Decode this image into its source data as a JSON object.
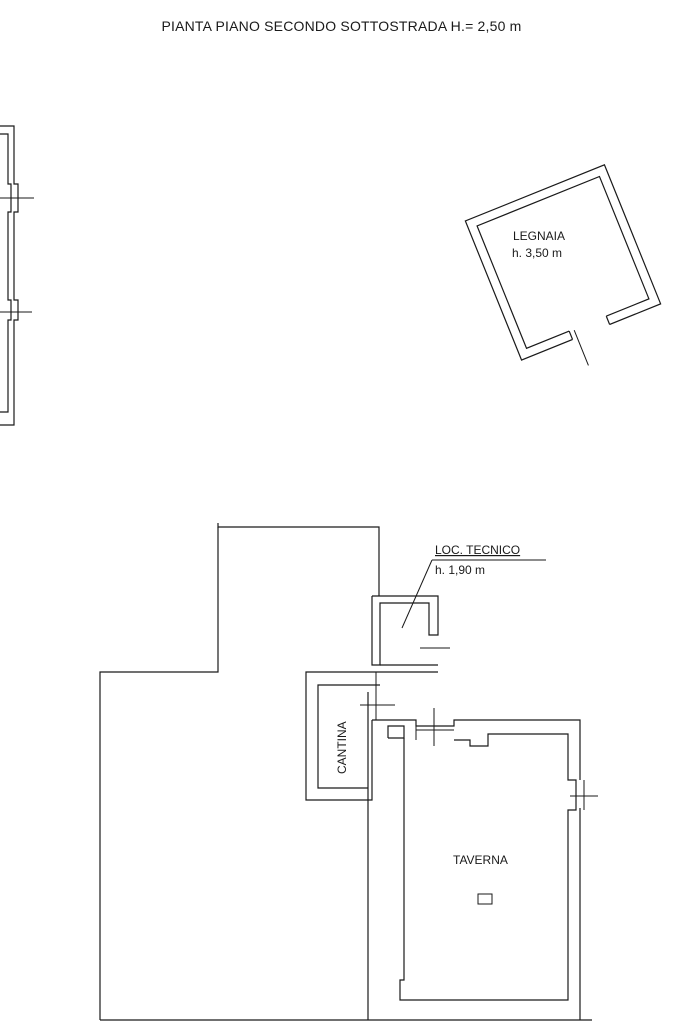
{
  "title": "PIANTA PIANO SECONDO SOTTOSTRADA H.= 2,50 m",
  "rooms": {
    "legnaia": {
      "name": "LEGNAIA",
      "height": "h. 3,50 m"
    },
    "loc_tecnico": {
      "name": "LOC. TECNICO",
      "height": "h. 1,90 m"
    },
    "cantina": {
      "name": "CANTINA"
    },
    "taverna": {
      "name": "TAVERNA"
    }
  }
}
